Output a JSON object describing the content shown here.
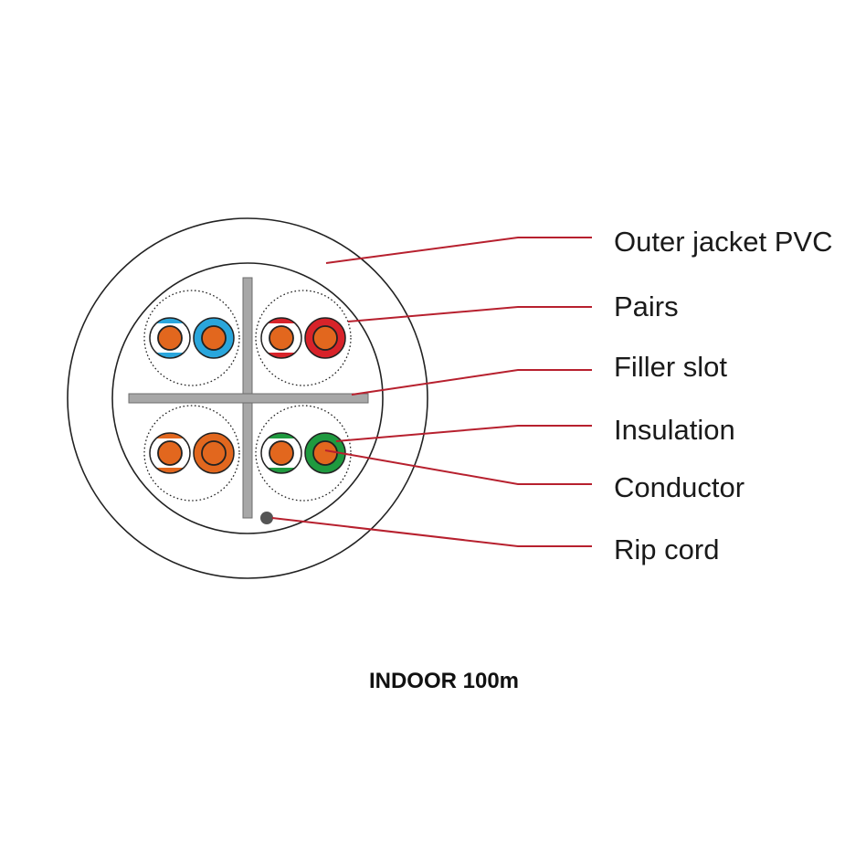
{
  "diagram": {
    "caption": "INDOOR 100m",
    "callouts": [
      {
        "id": "outer-jacket",
        "label": "Outer jacket PVC"
      },
      {
        "id": "pairs",
        "label": "Pairs"
      },
      {
        "id": "filler-slot",
        "label": "Filler slot"
      },
      {
        "id": "insulation",
        "label": "Insulation"
      },
      {
        "id": "conductor",
        "label": "Conductor"
      },
      {
        "id": "rip-cord",
        "label": "Rip cord"
      }
    ],
    "pairs": [
      {
        "position": "top-left",
        "stripe_color": "#2aa6dc",
        "solid_color": "#2aa6dc"
      },
      {
        "position": "top-right",
        "stripe_color": "#d8232a",
        "solid_color": "#d8232a"
      },
      {
        "position": "bottom-left",
        "stripe_color": "#e2671e",
        "solid_color": "#e2671e"
      },
      {
        "position": "bottom-right",
        "stripe_color": "#1f9a3f",
        "solid_color": "#1f9a3f"
      }
    ]
  },
  "colors": {
    "leader_line": "#b7202e",
    "conductor": "#e2671e",
    "filler": "#a7a7a7",
    "rip_cord": "#555555",
    "outline": "#222222"
  }
}
